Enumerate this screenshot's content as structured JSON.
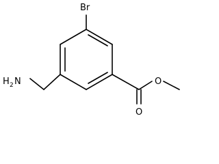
{
  "molecule": {
    "atoms": {
      "br": "Br",
      "amine_h": "H",
      "amine_sub": "2",
      "amine_n": "N",
      "carbonyl_o": "O",
      "ester_o": "O"
    },
    "colors": {
      "bond": "#000000",
      "label": "#000000",
      "background": "#ffffff"
    }
  }
}
